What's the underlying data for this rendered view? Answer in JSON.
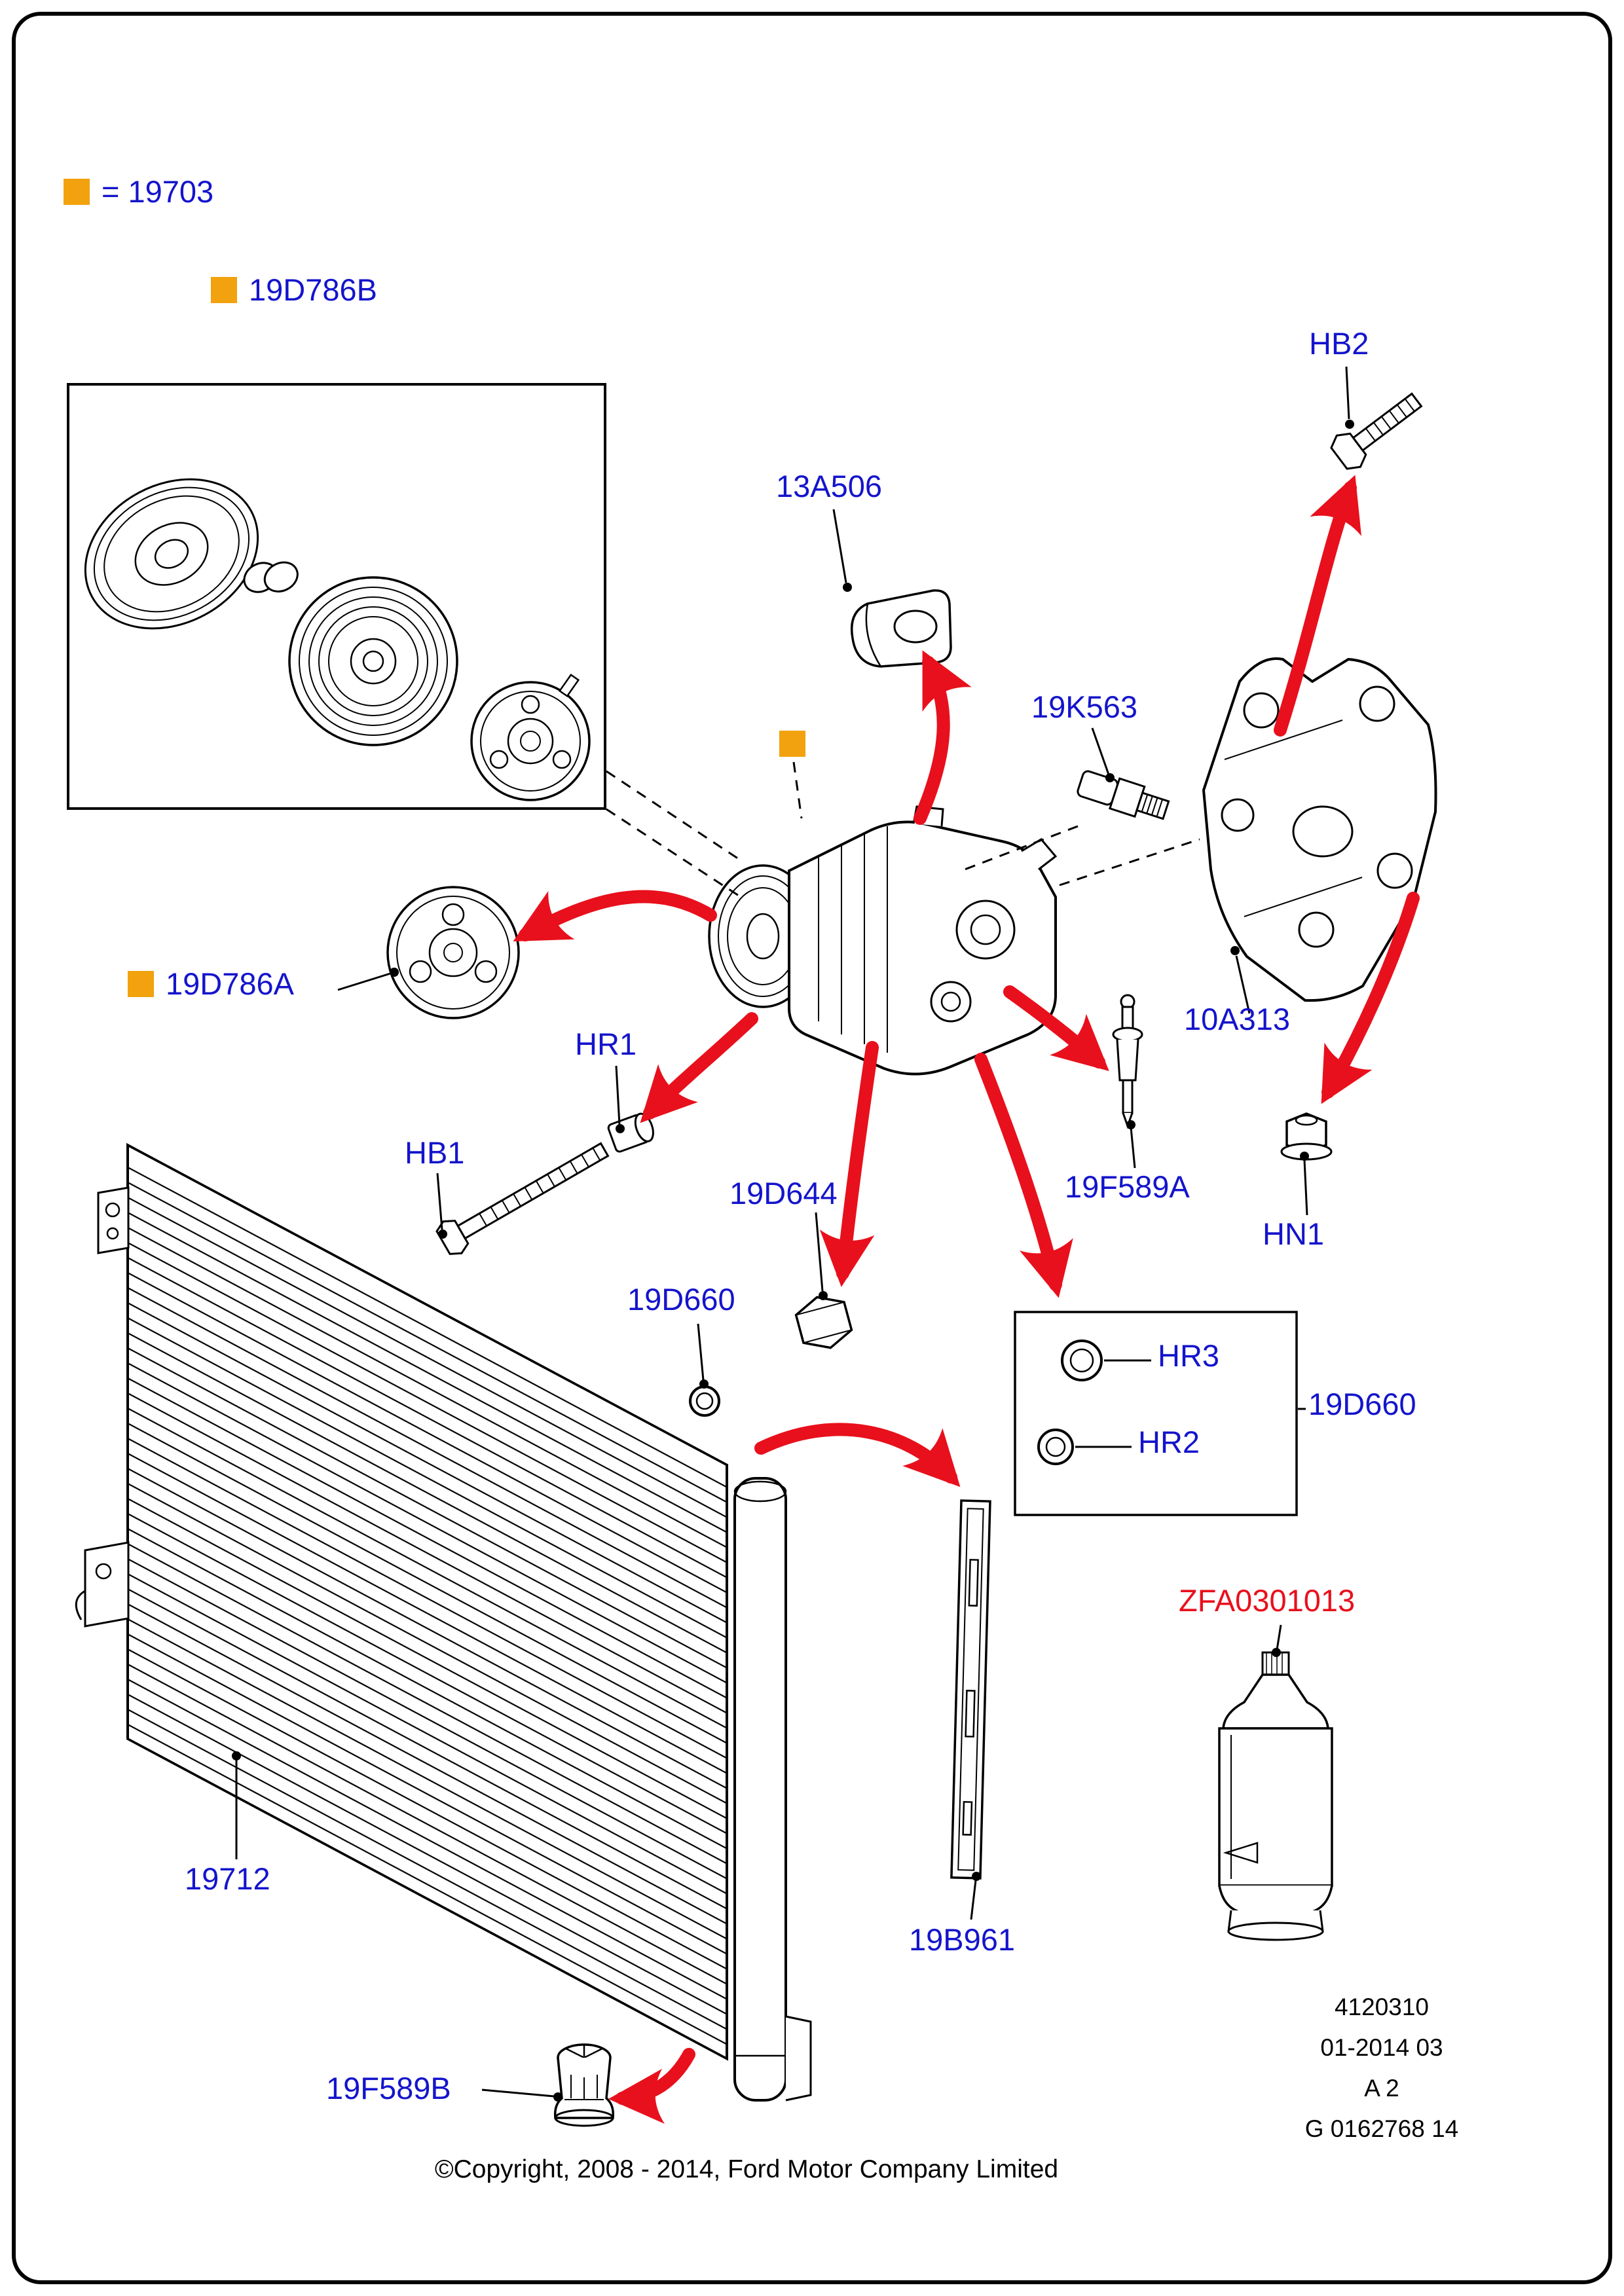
{
  "diagram": {
    "legend": {
      "swatch_equals_label": "= 19703"
    },
    "part_labels": {
      "clutch_pulley_kit": "19D786B",
      "compressor_bracket_clip": "13A506",
      "bolt_hb2": "HB2",
      "pressure_switch": "19K563",
      "clutch_plate": "19D786A",
      "mounting_bracket": "10A313",
      "connector_hr1": "HR1",
      "bolt_hb1": "HB1",
      "cap_19d644": "19D644",
      "valve_19f589a": "19F589A",
      "nut_hn1": "HN1",
      "oring_19d660_single": "19D660",
      "oring_hr3": "HR3",
      "oring_hr2": "HR2",
      "oring_19d660_kit": "19D660",
      "condenser": "19712",
      "seal_strip": "19B961",
      "refrigerant_charge": "ZFA0301013",
      "valve_19f589b": "19F589B"
    },
    "footer": {
      "drawing_number": "4120310",
      "revision_date": "01-2014 03",
      "sheet": "A 2",
      "reference": "G 0162768 14",
      "copyright": "©Copyright, 2008 - 2014, Ford Motor Company Limited"
    },
    "colors": {
      "label_blue": "#1414cc",
      "arrow_red": "#e8101c",
      "marker_orange": "#f2a20e"
    }
  }
}
